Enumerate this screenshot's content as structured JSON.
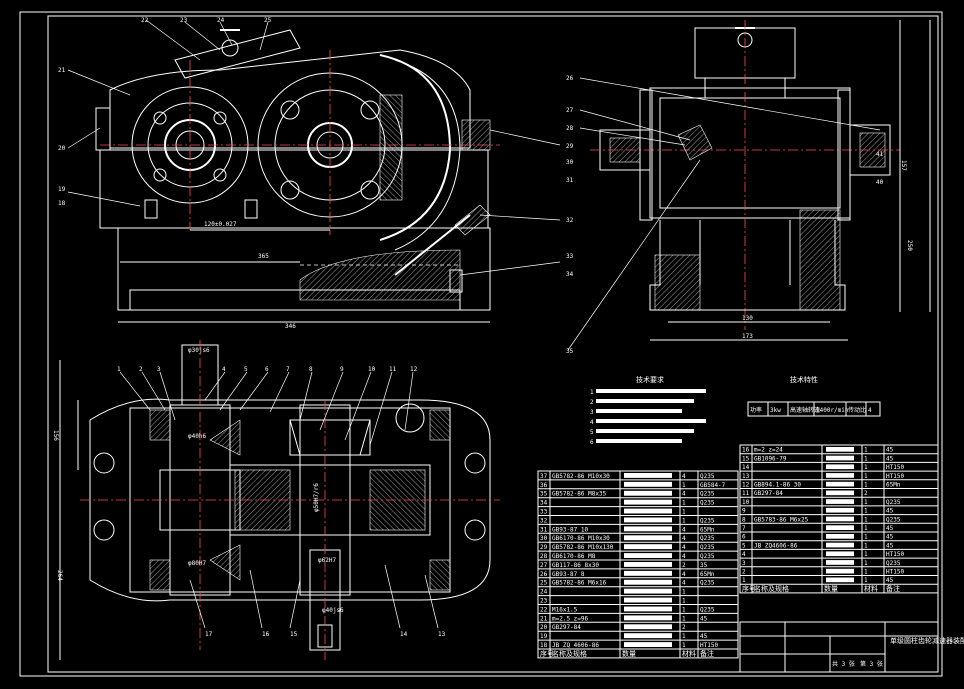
{
  "drawing_title": "单级圆柱齿轮减速器装配图",
  "title_block_labels": [
    "共 3 张",
    "第 3 张"
  ],
  "spec_table": {
    "title": "技术特性",
    "cells": [
      "功率",
      "3kw",
      "高速轴转速",
      "1400r/min",
      "传动比",
      "4"
    ]
  },
  "tech_requirements": {
    "title": "技术要求",
    "lines": [
      "1",
      "2",
      "3",
      "4",
      "5",
      "6"
    ]
  },
  "front_view": {
    "callouts_top": [
      "22",
      "23",
      "24",
      "25"
    ],
    "callouts_left": [
      "21",
      "20",
      "19",
      "18"
    ],
    "callouts_right": [
      "26",
      "29",
      "30",
      "31",
      "32",
      "33",
      "34",
      "35"
    ],
    "dim_center_distance": "120±0.027",
    "dim_base_length": "365",
    "dim_overall_length": "346"
  },
  "side_view": {
    "callouts_left": [
      "28",
      "27",
      "28",
      "30",
      "31"
    ],
    "callouts_right": [
      "41",
      "40"
    ],
    "dim_width": "130",
    "dim_overall_width": "173",
    "dim_height": "157",
    "dim_right_height": "250"
  },
  "plan_view": {
    "callouts_top": [
      "1",
      "2",
      "3",
      "4",
      "5",
      "6",
      "7",
      "8",
      "9",
      "10",
      "11",
      "12"
    ],
    "callouts_bottom": [
      "17",
      "16",
      "15",
      "14",
      "13"
    ],
    "dim_top": "φ30js6",
    "dim_left": "156",
    "dim_left_total": "264",
    "dim_bearing1": "φ40h6",
    "dim_bearing2": "φ62H7",
    "dim_bearing3": "φ80H7",
    "dim_gear": "φ50H7/r6",
    "dim_output": "φ40js6"
  },
  "parts_list_left": {
    "rows": [
      [
        "37",
        "GB5782-86 M10x30",
        "",
        "4",
        "Q235"
      ],
      [
        "36",
        "",
        "",
        "1",
        "GB584-7"
      ],
      [
        "35",
        "GB5782-86 M8x35",
        "",
        "4",
        "Q235"
      ],
      [
        "34",
        "",
        "",
        "1",
        "Q235"
      ],
      [
        "33",
        "",
        "",
        "1",
        ""
      ],
      [
        "32",
        "",
        "",
        "1",
        "Q235"
      ],
      [
        "31",
        "GB93-87 10",
        "",
        "4",
        "65Mn"
      ],
      [
        "30",
        "GB6170-86 M10x30",
        "",
        "4",
        "Q235"
      ],
      [
        "29",
        "GB5782-86 M10x130",
        "",
        "4",
        "Q235"
      ],
      [
        "28",
        "GB6170-86 M8",
        "",
        "4",
        "Q235"
      ],
      [
        "27",
        "GB117-86 8x30",
        "",
        "2",
        "35"
      ],
      [
        "26",
        "GB93-87 8",
        "",
        "4",
        "65Mn"
      ],
      [
        "25",
        "GB5782-86 M6x16",
        "",
        "4",
        "Q235"
      ],
      [
        "24",
        "",
        "",
        "1",
        ""
      ],
      [
        "23",
        "",
        "",
        "1",
        ""
      ],
      [
        "22",
        "M16x1.5",
        "",
        "1",
        "Q235"
      ],
      [
        "21",
        "m=2.5 z=96",
        "",
        "1",
        "45"
      ],
      [
        "20",
        "GB297-84",
        "",
        "2",
        ""
      ],
      [
        "19",
        "",
        "",
        "1",
        "45"
      ],
      [
        "18",
        "JB ZQ 4606-86",
        "",
        "1",
        "HT150"
      ]
    ],
    "footer": [
      "序号",
      "名称及规格",
      "数量",
      "材料",
      "备注"
    ]
  },
  "parts_list_right": {
    "rows": [
      [
        "16",
        "m=2 z=24",
        "",
        "1",
        "45"
      ],
      [
        "15",
        "GB1096-79",
        "",
        "1",
        "45"
      ],
      [
        "14",
        "",
        "",
        "1",
        "HT150"
      ],
      [
        "13",
        "",
        "",
        "1",
        "HT150"
      ],
      [
        "12",
        "GB894.1-86 30",
        "",
        "1",
        "65Mn"
      ],
      [
        "11",
        "GB297-84",
        "",
        "2",
        ""
      ],
      [
        "10",
        "",
        "",
        "1",
        "Q235"
      ],
      [
        "9",
        "",
        "",
        "1",
        "45"
      ],
      [
        "8",
        "GB5783-86 M6x25",
        "",
        "1",
        "Q235"
      ],
      [
        "7",
        "",
        "",
        "1",
        "45"
      ],
      [
        "6",
        "",
        "",
        "1",
        "45"
      ],
      [
        "5",
        "JB ZQ4606-86",
        "",
        "1",
        "45"
      ],
      [
        "4",
        "",
        "",
        "1",
        "HT150"
      ],
      [
        "3",
        "",
        "",
        "1",
        "Q235"
      ],
      [
        "2",
        "",
        "",
        "1",
        "HT150"
      ],
      [
        "1",
        "",
        "",
        "1",
        "45"
      ]
    ],
    "footer": [
      "序号",
      "名称及规格",
      "数量",
      "材料",
      "备注"
    ]
  }
}
